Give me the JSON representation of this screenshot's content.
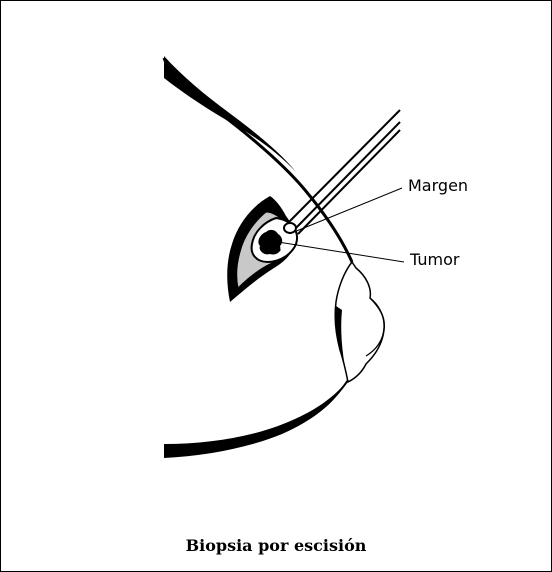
{
  "labels": {
    "margin": "Margen",
    "tumor": "Tumor"
  },
  "caption": "Biopsia por escisión",
  "colors": {
    "ink": "#000000",
    "background": "#ffffff",
    "incision_fill": "#c8c8c8"
  }
}
